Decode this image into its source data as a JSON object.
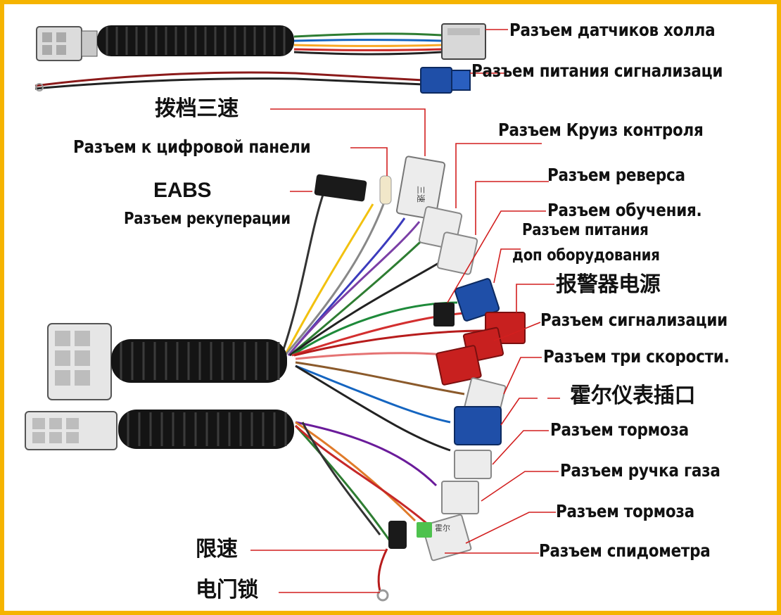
{
  "colors": {
    "frame": "#f5b400",
    "leader": "#d21f1f",
    "sheath": "#141414",
    "connector_white": "#ececec",
    "connector_blue": "#1f4fa8",
    "connector_red": "#c8201f",
    "connector_green": "#4ec24e"
  },
  "labels": {
    "hall_sensor": "Разъем датчиков холла",
    "alarm_power": "Разъем питания сигнализаци",
    "three_speed_cn": "拨档三速",
    "digital_panel": "Разъем к цифровой панели",
    "cruise": "Разъем Круиз контроля",
    "eabs": "EABS",
    "recuperation": "Разъем рекуперации",
    "reverse": "Разъем реверса",
    "learning": "Разъем обучения.",
    "aux_power_1": "Разъем питания",
    "aux_power_2": "доп оборудования",
    "alarm_power_cn": "报警器电源",
    "alarm": "Разъем сигнализации",
    "three_speed": "Разъем три скорости.",
    "hall_meter_cn": "霍尔仪表插口",
    "brake_1": "Разъем тормоза",
    "throttle": "Разъем ручка газа",
    "brake_2": "Разъем тормоза",
    "speedometer": "Разъем спидометра",
    "speed_limit_cn": "限速",
    "ignition_lock_cn": "电门锁"
  },
  "connector_marks": {
    "white_1": "三速",
    "white_2": "霍尔"
  }
}
